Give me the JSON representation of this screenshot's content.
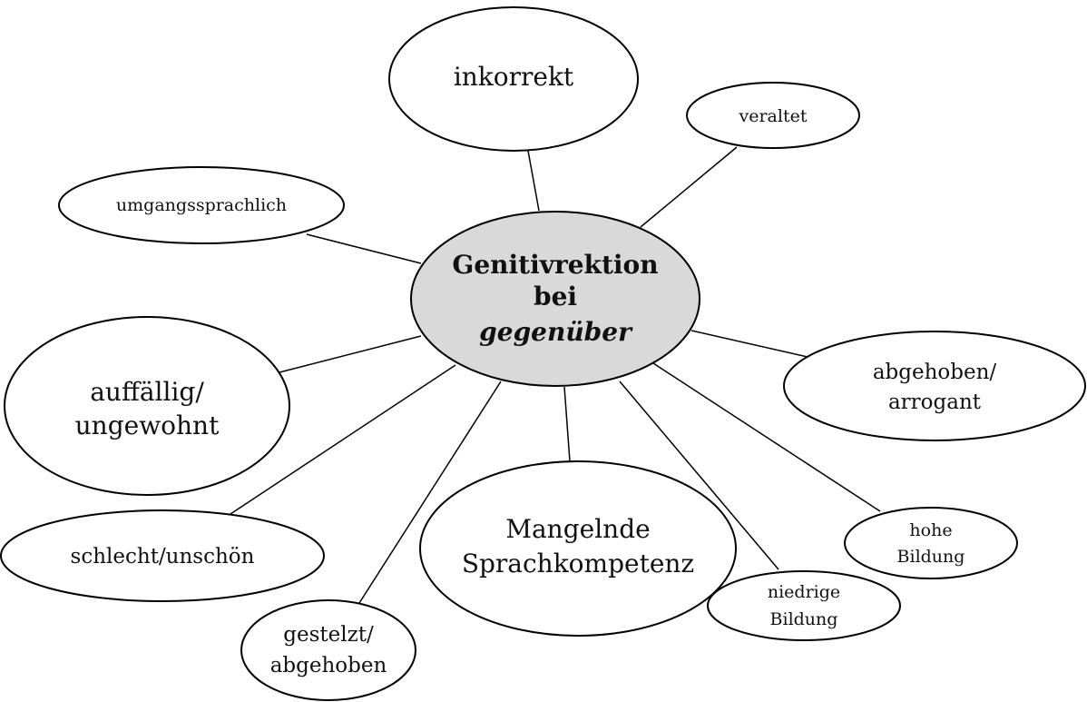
{
  "diagram": {
    "colors": {
      "center_fill": "#d9d9d9",
      "node_fill": "#ffffff",
      "stroke": "#000000",
      "text": "#111111"
    },
    "center": {
      "line1": "Genitivrektion",
      "line2": "bei",
      "line3": "gegenüber"
    },
    "nodes": {
      "inkorrekt": {
        "line1": "inkorrekt"
      },
      "veraltet": {
        "line1": "veraltet"
      },
      "umgangssprachlich": {
        "line1": "umgangssprachlich"
      },
      "auffaellig": {
        "line1": "auffällig/",
        "line2": "ungewohnt"
      },
      "abgehoben_arrogant": {
        "line1": "abgehoben/",
        "line2": "arrogant"
      },
      "schlecht": {
        "line1": "schlecht/unschön"
      },
      "mangelnde": {
        "line1": "Mangelnde",
        "line2": "Sprachkompetenz"
      },
      "hohe_bildung": {
        "line1": "hohe",
        "line2": "Bildung"
      },
      "niedrige_bildung": {
        "line1": "niedrige",
        "line2": "Bildung"
      },
      "gestelzt": {
        "line1": "gestelzt/",
        "line2": "abgehoben"
      }
    }
  }
}
